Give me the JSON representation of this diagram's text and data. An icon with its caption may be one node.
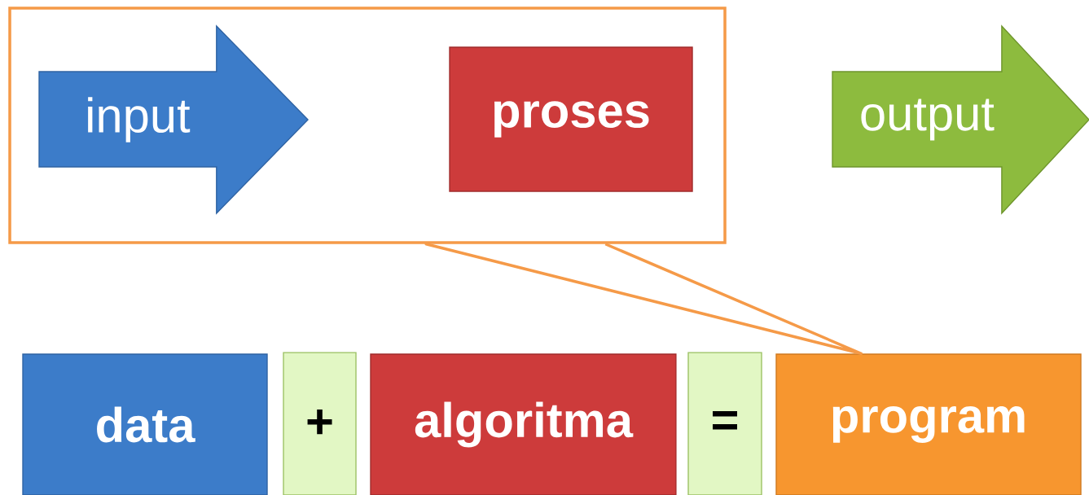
{
  "diagram": {
    "nodes": [
      {
        "text": [],
        "shape": "box"
      },
      {
        "text": [
          "input"
        ],
        "in": 0
      },
      {
        "text": [
          "proses"
        ],
        "in": 0
      },
      {
        "text": [
          "output"
        ]
      },
      {
        "text": [
          "data"
        ]
      },
      {
        "text": [
          "+"
        ]
      },
      {
        "text": [
          "algoritma"
        ]
      },
      {
        "text": [
          "="
        ]
      },
      {
        "text": [
          "program"
        ]
      }
    ],
    "edges": [
      {
        "from": 0,
        "to": 8,
        "arrow": "none"
      }
    ]
  }
}
